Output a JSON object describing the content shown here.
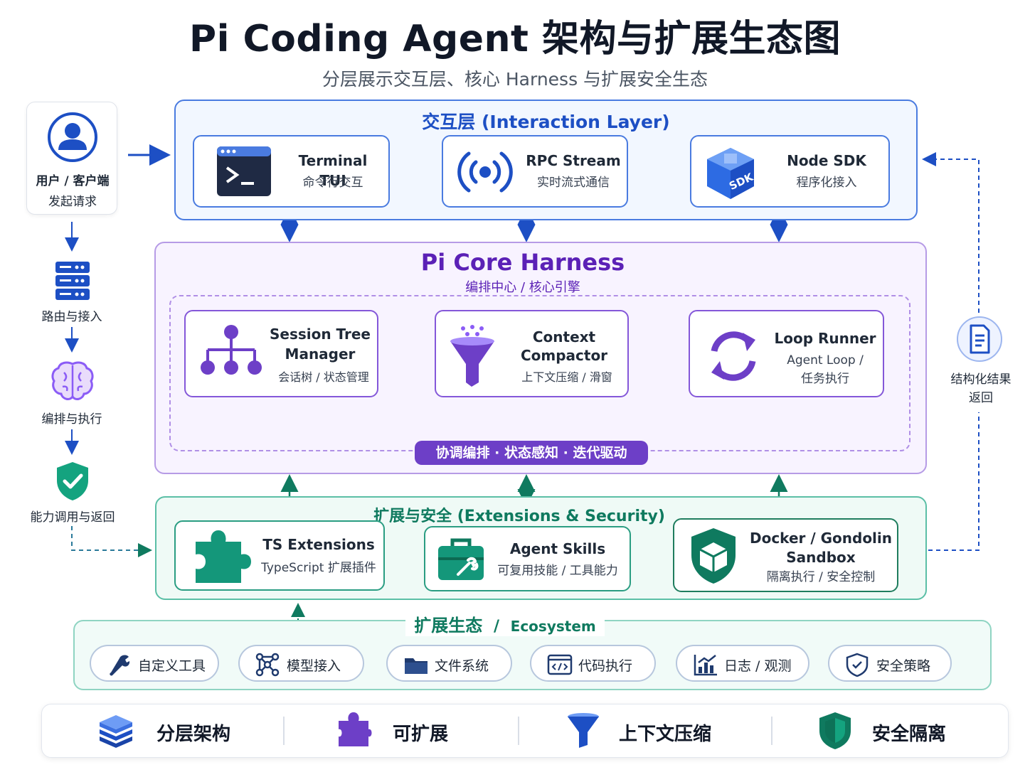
{
  "title": "Pi Coding Agent 架构与扩展生态图",
  "subtitle": "分层展示交互层、核心 Harness 与扩展安全生态",
  "client": {
    "line1": "用户 / 客户端",
    "line2": "发起请求"
  },
  "left_flow": {
    "step1": "路由与接入",
    "step2": "编排与执行",
    "step3": "能力调用与返回"
  },
  "right_return": {
    "line1": "结构化结果",
    "line2": "返回"
  },
  "interaction_layer": {
    "label": "交互层 (Interaction Layer)",
    "cards": [
      {
        "title": "Terminal TUI",
        "subtitle": "命令行交互"
      },
      {
        "title": "RPC Stream",
        "subtitle": "实时流式通信"
      },
      {
        "title": "Node SDK",
        "subtitle": "程序化接入",
        "icon_text": "SDK"
      }
    ]
  },
  "core": {
    "label": "Pi Core Harness",
    "sublabel": "编排中心 / 核心引擎",
    "cards": [
      {
        "title1": "Session Tree",
        "title2": "Manager",
        "subtitle": "会话树 / 状态管理"
      },
      {
        "title1": "Context",
        "title2": "Compactor",
        "subtitle": "上下文压缩 / 滑窗"
      },
      {
        "title": "Loop Runner",
        "sub1": "Agent Loop /",
        "sub2": "任务执行"
      }
    ],
    "pill": "协调编排 · 状态感知 · 迭代驱动"
  },
  "extensions": {
    "label": "扩展与安全 (Extensions & Security)",
    "cards": [
      {
        "title": "TS Extensions",
        "subtitle": "TypeScript 扩展插件"
      },
      {
        "title": "Agent Skills",
        "subtitle": "可复用技能 / 工具能力"
      },
      {
        "title1": "Docker / Gondolin",
        "title2": "Sandbox",
        "subtitle": "隔离执行 / 安全控制"
      }
    ]
  },
  "ecosystem": {
    "label_cn": "扩展生态",
    "label_sep": "/",
    "label_en": "Ecosystem",
    "items": [
      {
        "label": "自定义工具",
        "icon": "wrench-icon"
      },
      {
        "label": "模型接入",
        "icon": "network-icon"
      },
      {
        "label": "文件系统",
        "icon": "folder-icon"
      },
      {
        "label": "代码执行",
        "icon": "code-icon"
      },
      {
        "label": "日志 / 观测",
        "icon": "chart-icon"
      },
      {
        "label": "安全策略",
        "icon": "shield-icon"
      }
    ]
  },
  "bottom_features": [
    {
      "label": "分层架构",
      "icon": "layers-icon"
    },
    {
      "label": "可扩展",
      "icon": "puzzle-icon"
    },
    {
      "label": "上下文压缩",
      "icon": "funnel-icon"
    },
    {
      "label": "安全隔离",
      "icon": "shield-icon"
    }
  ],
  "colors": {
    "interaction": "#1d4fc4",
    "core": "#5b21b6",
    "extensions": "#0f7a5f",
    "pill": "#6d3fc7"
  }
}
